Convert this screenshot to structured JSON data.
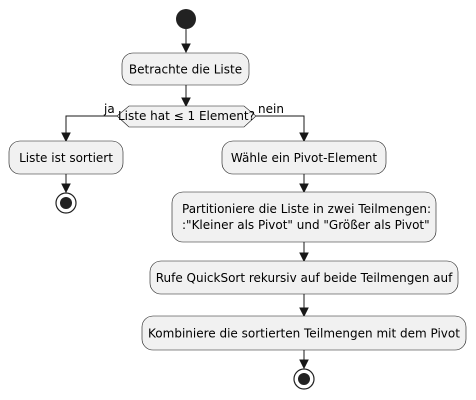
{
  "diagram": {
    "nodes": {
      "start": "start",
      "review_list": "Betrachte die Liste",
      "decision": "Liste hat ≤ 1 Element?",
      "sorted": "Liste ist sortiert",
      "choose_pivot": "Wähle ein Pivot-Element",
      "partition_line1": "Partitioniere die Liste in zwei Teilmengen:",
      "partition_line2": ":\"Kleiner als Pivot\" und \"Größer als Pivot\"",
      "recurse": "Rufe QuickSort rekursiv auf beide Teilmengen auf",
      "combine": "Kombiniere die sortierten Teilmengen mit dem Pivot"
    },
    "branches": {
      "yes": "ja",
      "no": "nein"
    }
  },
  "colors": {
    "node_fill": "#f1f1f1",
    "line": "#181818"
  }
}
